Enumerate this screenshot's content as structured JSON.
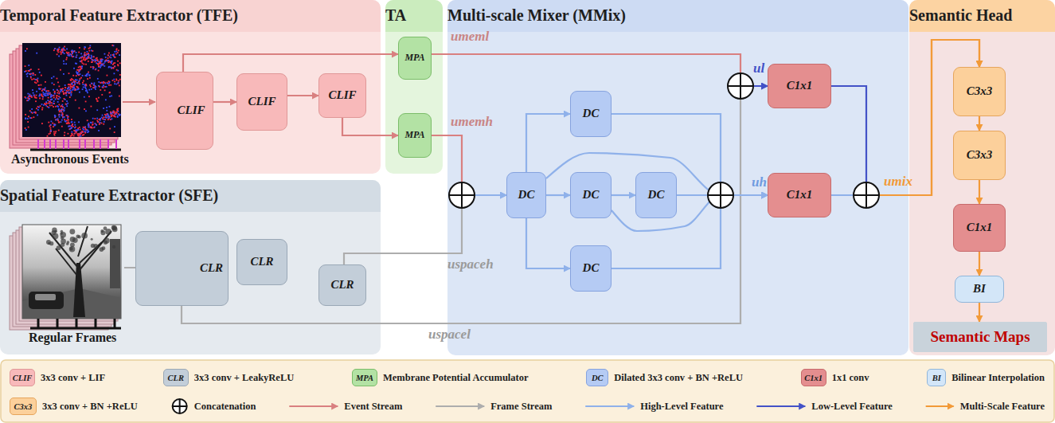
{
  "diagram": {
    "nodes": [
      {
        "text": [
          "Temporal Feature Extractor (TFE)"
        ]
      },
      {
        "text": [
          "CLIF"
        ],
        "in": 0
      },
      {
        "text": [
          "CLIF"
        ],
        "in": 0
      },
      {
        "text": [
          "CLIF"
        ],
        "in": 0
      },
      {
        "text": [
          "TA"
        ]
      },
      {
        "text": [
          "MPA"
        ],
        "in": 4
      },
      {
        "text": [
          "MPA"
        ],
        "in": 4
      },
      {
        "text": [
          "Multi-scale Mixer (MMix)"
        ]
      },
      {
        "text": [
          "DC"
        ],
        "in": 7
      },
      {
        "text": [
          "DC"
        ],
        "in": 7
      },
      {
        "text": [
          "DC"
        ],
        "in": 7
      },
      {
        "text": [
          "DC"
        ],
        "in": 7
      },
      {
        "text": [
          "DC"
        ],
        "in": 7
      },
      {
        "text": [
          "C1x1"
        ],
        "in": 7
      },
      {
        "text": [
          "C1x1"
        ],
        "in": 7
      },
      {
        "text": [
          "Semantic Head"
        ]
      },
      {
        "text": [
          "C3x3"
        ],
        "in": 15
      },
      {
        "text": [
          "C3x3"
        ],
        "in": 15
      },
      {
        "text": [
          "C1x1"
        ],
        "in": 15
      },
      {
        "text": [
          "BI"
        ],
        "in": 15
      },
      {
        "text": [
          "Semantic Maps"
        ],
        "in": 15
      },
      {
        "text": [
          "Spatial Feature Extractor (SFE)"
        ]
      },
      {
        "text": [
          "CLR"
        ],
        "in": 21
      },
      {
        "text": [
          "CLR"
        ],
        "in": 21
      },
      {
        "text": [
          "CLR"
        ],
        "in": 21
      }
    ],
    "edges": [
      {
        "from": 1,
        "to": 2,
        "arrow": "to"
      },
      {
        "from": 2,
        "to": 3,
        "arrow": "to"
      },
      {
        "from": 1,
        "to": 5,
        "arrow": "to"
      },
      {
        "from": 3,
        "to": 6,
        "arrow": "to"
      },
      {
        "from": 5,
        "to": 13,
        "label": "umeml",
        "arrow": "to"
      },
      {
        "from": 6,
        "to": 8,
        "label": "umemh",
        "arrow": "to"
      },
      {
        "from": 24,
        "to": 8,
        "label": "uspaceh",
        "arrow": "to"
      },
      {
        "from": 22,
        "to": 13,
        "label": "uspacel",
        "arrow": "to"
      },
      {
        "from": 8,
        "to": 9,
        "arrow": "to"
      },
      {
        "from": 8,
        "to": 10,
        "arrow": "to"
      },
      {
        "from": 8,
        "to": 12,
        "arrow": "to"
      },
      {
        "from": 10,
        "to": 11,
        "arrow": "to"
      },
      {
        "from": 8,
        "to": 14,
        "arrow": "to"
      },
      {
        "from": 9,
        "to": 14,
        "arrow": "to"
      },
      {
        "from": 10,
        "to": 14,
        "arrow": "to"
      },
      {
        "from": 11,
        "to": 14,
        "arrow": "to"
      },
      {
        "from": 12,
        "to": 14,
        "arrow": "to"
      },
      {
        "from": 13,
        "to": 16,
        "arrow": "to"
      },
      {
        "from": 14,
        "to": 16,
        "arrow": "to"
      },
      {
        "from": 16,
        "to": 17,
        "arrow": "to"
      },
      {
        "from": 17,
        "to": 18,
        "arrow": "to"
      },
      {
        "from": 18,
        "to": 19,
        "arrow": "to"
      },
      {
        "from": 19,
        "to": 20,
        "arrow": "to"
      }
    ],
    "labels": [
      "Asynchronous Events",
      "Regular Frames",
      "ul",
      "uh",
      "umix",
      "CLIF",
      "CLR",
      "MPA",
      "DC",
      "C1x1",
      "BI",
      "C3x3"
    ],
    "legend": [
      {
        "text": "3x3 conv + LIF",
        "color": "#f8b9ba"
      },
      {
        "text": "3x3 conv + LeakyReLU",
        "color": "#c3ced9"
      },
      {
        "text": "Membrane Potential Accumulator",
        "color": "#b3e2a4"
      },
      {
        "text": "Dilated 3x3 conv + BN +ReLU",
        "color": "#b5cbf4"
      },
      {
        "text": "1x1 conv",
        "color": "#e48e8f"
      },
      {
        "text": "Bilinear Interpolation",
        "color": "#d3e6f8"
      },
      {
        "text": "3x3 conv + BN +ReLU",
        "color": "#fcd09b"
      },
      {
        "text": "Concatenation"
      },
      {
        "text": "Event Stream"
      },
      {
        "text": "Frame Stream"
      },
      {
        "text": "High-Level Feature"
      },
      {
        "text": "Low-Level Feature"
      },
      {
        "text": "Multi-Scale Feature"
      }
    ]
  }
}
